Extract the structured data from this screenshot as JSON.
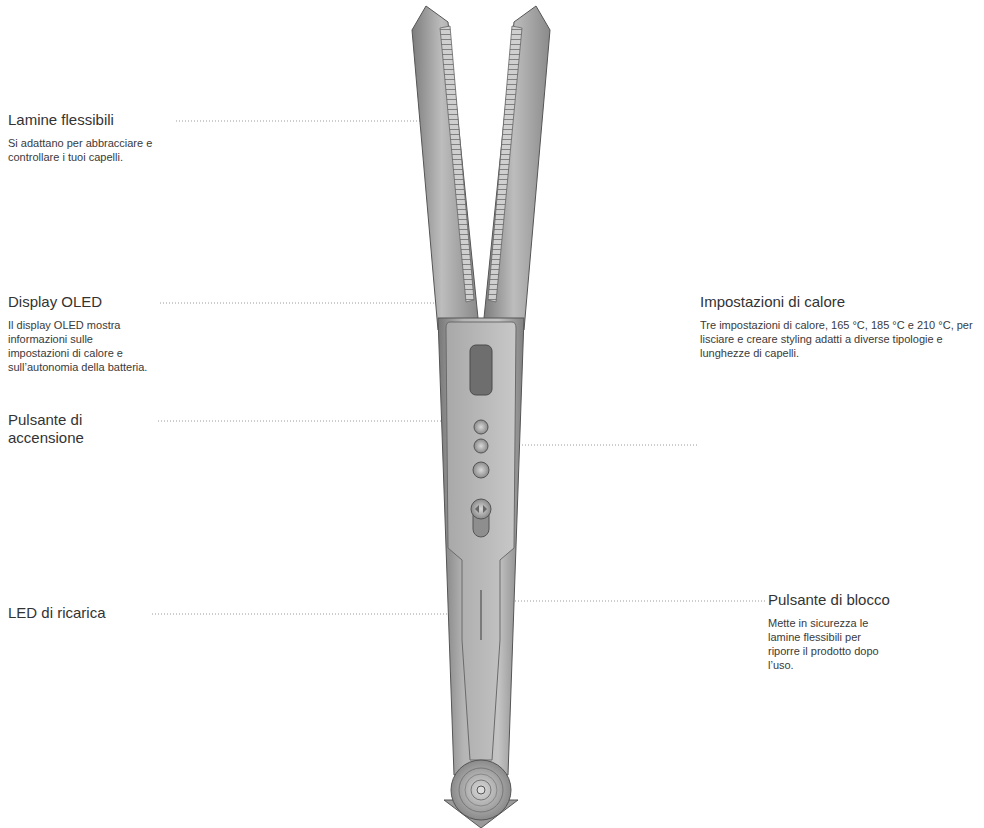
{
  "diagram": {
    "labels": [
      "Lamine flessibili",
      "Si adattano per abbracciare e controllare i tuoi capelli.",
      "Display OLED",
      "Il display OLED mostra informazioni sulle impostazioni di calore e sull’autonomia della batteria.",
      "Pulsante di accensione",
      "LED di ricarica",
      "Impostazioni di calore",
      "Tre impostazioni di calore, 165 °C, 185 °C e 210 °C, per lisciare e creare styling adatti a diverse tipologie e lunghezze di capelli.",
      "Pulsante di blocco",
      "Mette in sicurezza le lamine flessibili per riporre il prodotto dopo l’uso."
    ]
  }
}
